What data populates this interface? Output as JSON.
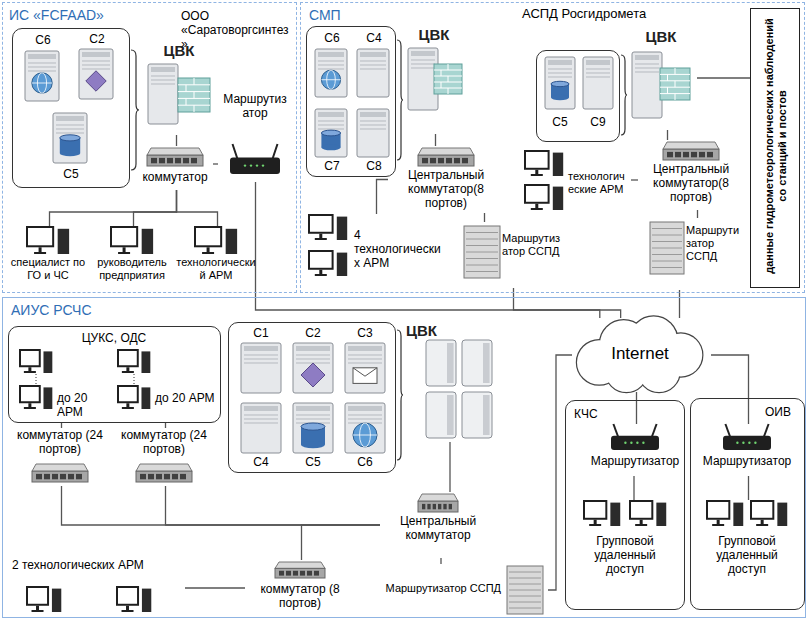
{
  "diagram": {
    "nodes": [
      {
        "text": [
          "ИС «FCFAAD»",
          "ООО «Саратоворгсинтез»"
        ]
      },
      {
        "text": [
          "C6",
          "C2",
          "C5"
        ],
        "in": 0
      },
      {
        "text": [
          "ЦВК"
        ],
        "in": 0
      },
      {
        "text": [
          "коммутатор"
        ],
        "in": 0
      },
      {
        "text": [
          "Маршрутизатор"
        ],
        "in": 0
      },
      {
        "text": [
          "специалист по ГО и ЧС"
        ],
        "in": 0
      },
      {
        "text": [
          "руководитель предприятия"
        ],
        "in": 0
      },
      {
        "text": [
          "технологический АРМ"
        ],
        "in": 0
      },
      {
        "text": [
          "СМП"
        ]
      },
      {
        "text": [
          "C6",
          "C4",
          "C7",
          "C8"
        ],
        "in": 8
      },
      {
        "text": [
          "ЦВК"
        ],
        "in": 8
      },
      {
        "text": [
          "Центральный коммутатор(8 портов)"
        ],
        "in": 8
      },
      {
        "text": [
          "4 технологических АРМ"
        ],
        "in": 8
      },
      {
        "text": [
          "Маршрутизатор ССПД"
        ],
        "in": 8
      },
      {
        "text": [
          "C5",
          "C9"
        ],
        "in": 8
      },
      {
        "text": [
          "ЦВК"
        ],
        "in": 8
      },
      {
        "text": [
          "технологические АРМ"
        ],
        "in": 8
      },
      {
        "text": [
          "Центральный коммутатор(8 портов)"
        ],
        "in": 8
      },
      {
        "text": [
          "Маршрутизатор ССПД"
        ],
        "in": 8
      },
      {
        "text": [
          "данные гидрометеорологических наблюдений со станций и постов"
        ],
        "in": 8
      },
      {
        "text": [
          "АИУС РСЧС"
        ]
      },
      {
        "text": [
          "ЦУКС, ОДС",
          "до 20 АРМ",
          "до 20 АРМ"
        ],
        "in": 20
      },
      {
        "text": [
          "коммутатор (24 портов)"
        ],
        "in": 20
      },
      {
        "text": [
          "коммутатор (24 портов)"
        ],
        "in": 20
      },
      {
        "text": [
          "C1",
          "C2",
          "C3",
          "C4",
          "C5",
          "C6"
        ],
        "in": 20
      },
      {
        "text": [
          "ЦВК"
        ],
        "in": 20
      },
      {
        "text": [
          "Центральный коммутатор"
        ],
        "in": 20
      },
      {
        "text": [
          "2 технологических АРМ"
        ],
        "in": 20
      },
      {
        "text": [
          "коммутатор (8 портов)"
        ],
        "in": 20
      },
      {
        "text": [
          "Маршрутизатор ССПД"
        ],
        "in": 20
      },
      {
        "text": [
          "Internet"
        ],
        "in": 20
      },
      {
        "text": [
          "КЧС"
        ],
        "in": 20
      },
      {
        "text": [
          "Маршрутизатор"
        ],
        "in": 31
      },
      {
        "text": [
          "Групповой удаленный доступ"
        ],
        "in": 31
      },
      {
        "text": [
          "ОИВ"
        ],
        "in": 20
      },
      {
        "text": [
          "Маршрутизатор"
        ],
        "in": 34
      },
      {
        "text": [
          "Групповой удаленный доступ"
        ],
        "in": 34
      }
    ],
    "edges": [
      {
        "from": 2,
        "to": 3,
        "arrow": "none"
      },
      {
        "from": 3,
        "to": 4,
        "arrow": "none"
      },
      {
        "from": 3,
        "to": 5,
        "arrow": "none"
      },
      {
        "from": 3,
        "to": 6,
        "arrow": "none"
      },
      {
        "from": 3,
        "to": 7,
        "arrow": "none"
      },
      {
        "from": 4,
        "to": 30,
        "arrow": "none"
      },
      {
        "from": 10,
        "to": 11,
        "arrow": "none"
      },
      {
        "from": 11,
        "to": 12,
        "arrow": "none"
      },
      {
        "from": 11,
        "to": 13,
        "arrow": "none"
      },
      {
        "from": 13,
        "to": 30,
        "arrow": "none"
      },
      {
        "from": 15,
        "to": 17,
        "arrow": "none"
      },
      {
        "from": 16,
        "to": 17,
        "arrow": "none"
      },
      {
        "from": 17,
        "to": 18,
        "arrow": "none"
      },
      {
        "from": 18,
        "to": 30,
        "arrow": "none"
      },
      {
        "from": 19,
        "to": 15,
        "arrow": "none"
      },
      {
        "from": 21,
        "to": 22,
        "arrow": "none"
      },
      {
        "from": 21,
        "to": 23,
        "arrow": "none"
      },
      {
        "from": 22,
        "to": 26,
        "arrow": "none"
      },
      {
        "from": 23,
        "to": 26,
        "arrow": "none"
      },
      {
        "from": 25,
        "to": 26,
        "arrow": "none"
      },
      {
        "from": 26,
        "to": 28,
        "arrow": "none"
      },
      {
        "from": 28,
        "to": 27,
        "arrow": "none"
      },
      {
        "from": 26,
        "to": 29,
        "arrow": "none"
      },
      {
        "from": 29,
        "to": 30,
        "arrow": "none"
      },
      {
        "from": 30,
        "to": 32,
        "arrow": "none"
      },
      {
        "from": 32,
        "to": 33,
        "arrow": "none"
      },
      {
        "from": 30,
        "to": 35,
        "arrow": "none"
      },
      {
        "from": 35,
        "to": 36,
        "arrow": "none"
      }
    ],
    "labels": [
      "АСПД Росгидромета"
    ]
  }
}
